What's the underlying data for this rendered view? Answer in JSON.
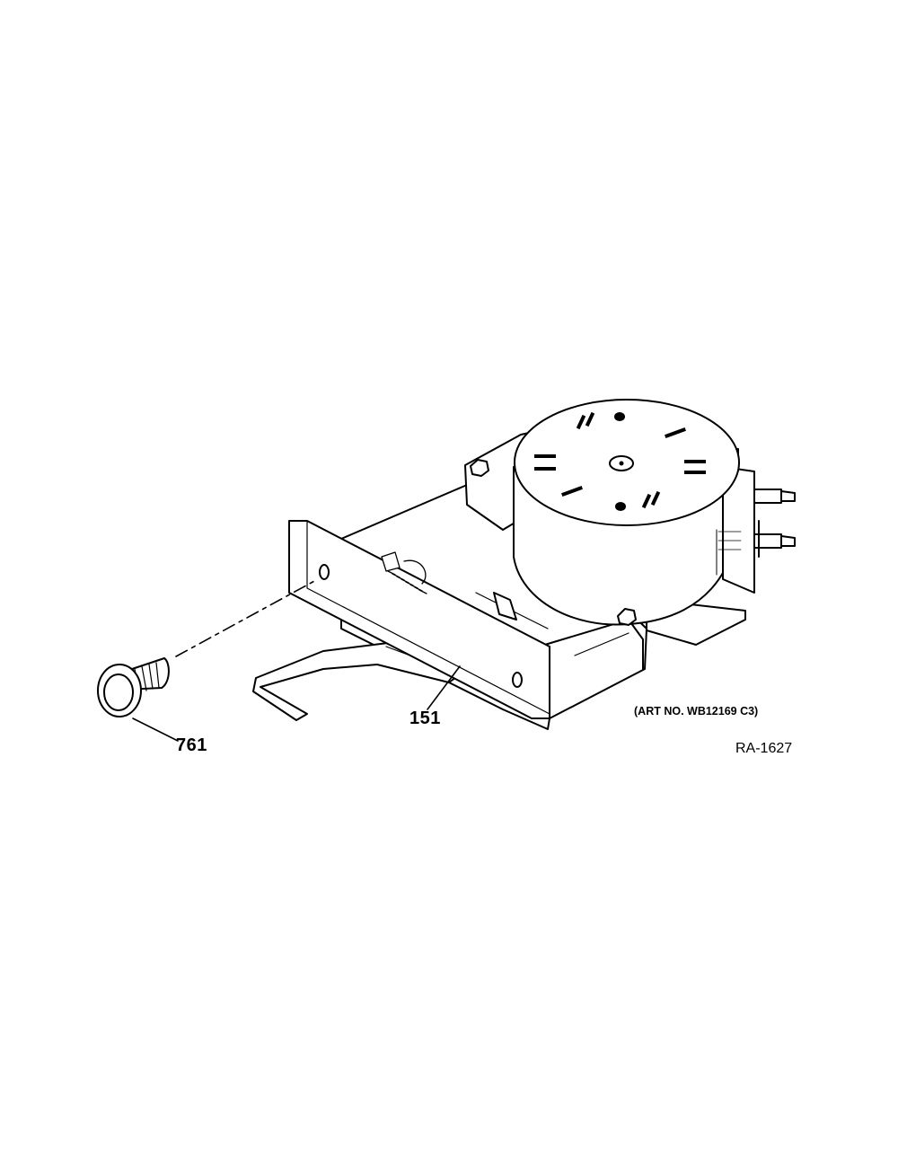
{
  "diagram": {
    "callouts": [
      {
        "id": "part-761",
        "label": "761"
      },
      {
        "id": "part-151",
        "label": "151"
      }
    ],
    "art_number": "(ART NO. WB12169 C3)",
    "figure_ref": "RA-1627"
  }
}
